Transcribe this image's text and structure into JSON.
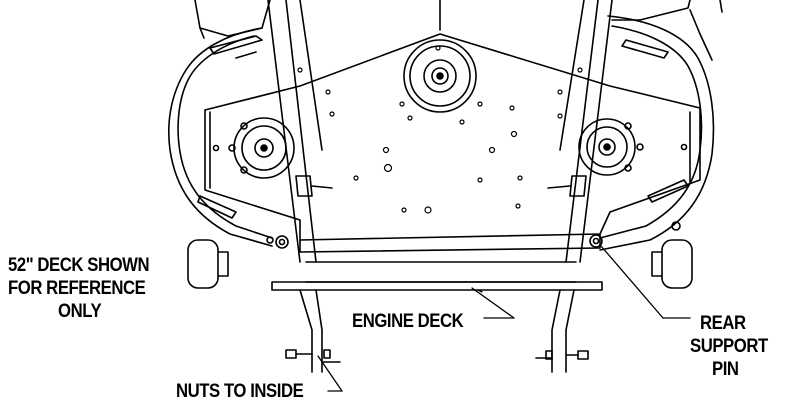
{
  "labels": {
    "deck_note": [
      "52\" DECK SHOWN",
      "FOR REFERENCE",
      "ONLY"
    ],
    "engine_deck": "ENGINE DECK",
    "rear_support_pin": [
      "REAR",
      "SUPPORT",
      "PIN"
    ],
    "nuts_to_inside": "NUTS TO INSIDE"
  },
  "colors": {
    "line": "#000000",
    "background": "#ffffff"
  }
}
